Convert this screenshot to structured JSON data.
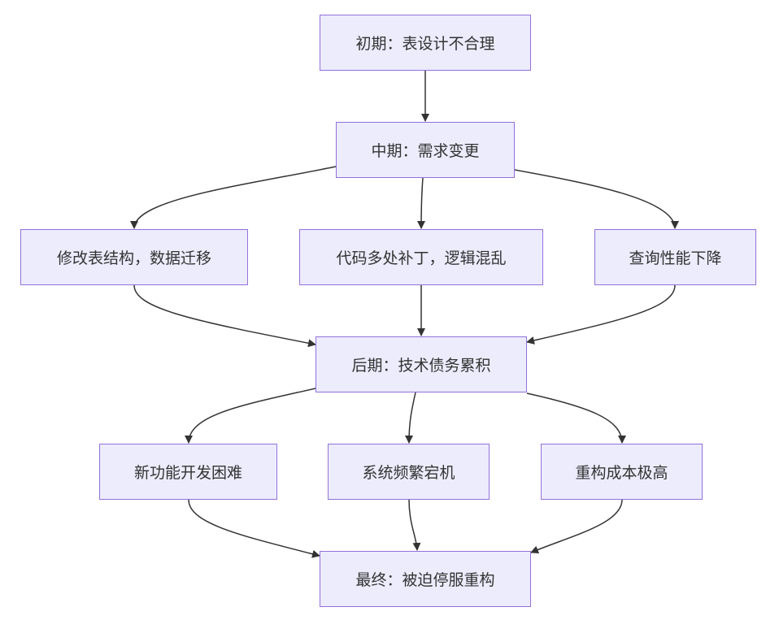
{
  "diagram": {
    "nodes": [
      {
        "id": "n1",
        "label": "初期：表设计不合理"
      },
      {
        "id": "n2",
        "label": "中期：需求变更"
      },
      {
        "id": "n3",
        "label": "修改表结构，数据迁移"
      },
      {
        "id": "n4",
        "label": "代码多处补丁，逻辑混乱"
      },
      {
        "id": "n5",
        "label": "查询性能下降"
      },
      {
        "id": "n6",
        "label": "后期：技术债务累积"
      },
      {
        "id": "n7",
        "label": "新功能开发困难"
      },
      {
        "id": "n8",
        "label": "系统频繁宕机"
      },
      {
        "id": "n9",
        "label": "重构成本极高"
      },
      {
        "id": "n10",
        "label": "最终：被迫停服重构"
      }
    ],
    "edges": [
      {
        "from": "n1",
        "to": "n2"
      },
      {
        "from": "n2",
        "to": "n3"
      },
      {
        "from": "n2",
        "to": "n4"
      },
      {
        "from": "n2",
        "to": "n5"
      },
      {
        "from": "n3",
        "to": "n6"
      },
      {
        "from": "n4",
        "to": "n6"
      },
      {
        "from": "n5",
        "to": "n6"
      },
      {
        "from": "n6",
        "to": "n7"
      },
      {
        "from": "n6",
        "to": "n8"
      },
      {
        "from": "n6",
        "to": "n9"
      },
      {
        "from": "n7",
        "to": "n10"
      },
      {
        "from": "n8",
        "to": "n10"
      },
      {
        "from": "n9",
        "to": "n10"
      }
    ],
    "colors": {
      "node_fill": "#ececfd",
      "node_border": "#9370db",
      "text": "#333333",
      "edge": "#333333"
    }
  }
}
